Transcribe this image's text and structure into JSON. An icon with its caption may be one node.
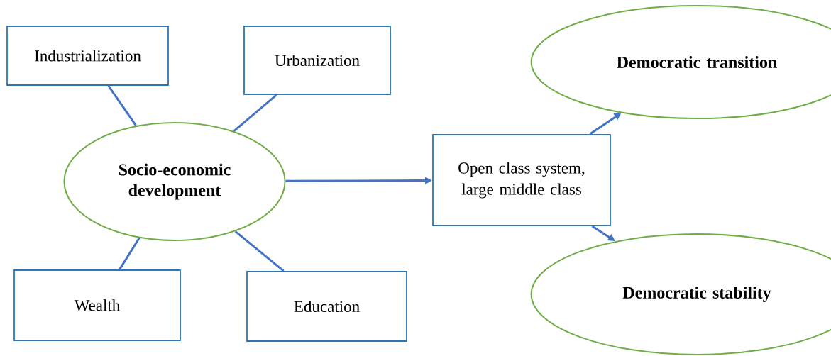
{
  "diagram": {
    "nodes": [
      {
        "text": [
          "Industrialization"
        ]
      },
      {
        "text": [
          "Urbanization"
        ]
      },
      {
        "text": [
          "Democratic transition"
        ]
      },
      {
        "text": [
          "Socio-economic development"
        ]
      },
      {
        "text": [
          "Open class system, large middle class"
        ]
      },
      {
        "text": [
          "Democratic stability"
        ]
      },
      {
        "text": [
          "Wealth"
        ]
      },
      {
        "text": [
          "Education"
        ]
      }
    ],
    "edges": [
      {
        "from": 0,
        "to": 3,
        "arrow": "none"
      },
      {
        "from": 1,
        "to": 3,
        "arrow": "none"
      },
      {
        "from": 6,
        "to": 3,
        "arrow": "none"
      },
      {
        "from": 7,
        "to": 3,
        "arrow": "none"
      },
      {
        "from": 3,
        "to": 4,
        "arrow": "to"
      },
      {
        "from": 4,
        "to": 2,
        "arrow": "to"
      },
      {
        "from": 4,
        "to": 5,
        "arrow": "to"
      }
    ]
  }
}
